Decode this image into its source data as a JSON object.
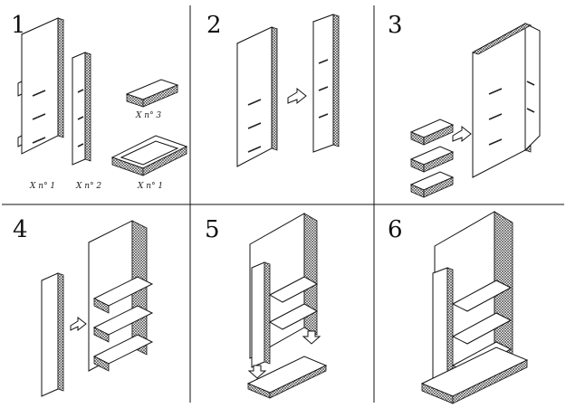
{
  "steps": [
    {
      "number": "1",
      "labels": [
        "X n° 1",
        "X n° 2",
        "X n° 3",
        "X n° 1"
      ]
    },
    {
      "number": "2"
    },
    {
      "number": "3"
    },
    {
      "number": "4"
    },
    {
      "number": "5"
    },
    {
      "number": "6"
    }
  ],
  "colors": {
    "ink": "#111111",
    "background": "#ffffff"
  }
}
